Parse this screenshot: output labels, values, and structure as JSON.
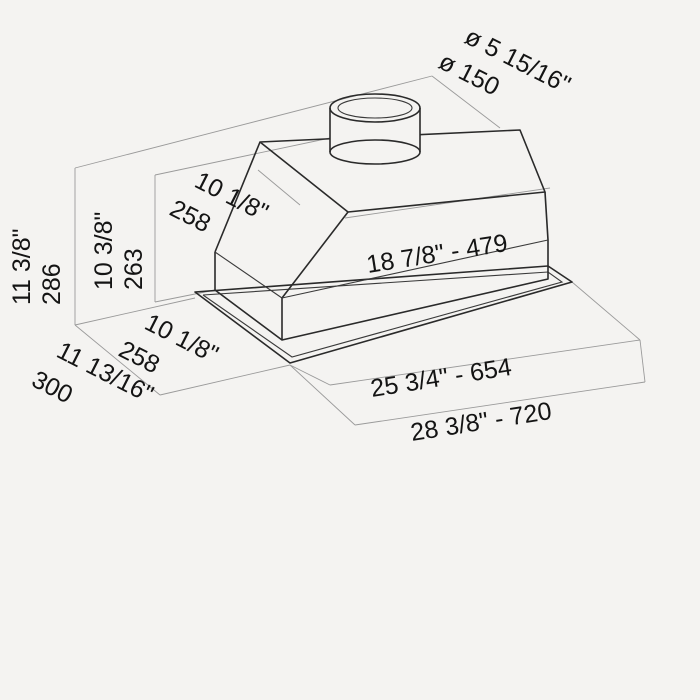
{
  "colors": {
    "background": "#f4f3f1",
    "line": "#2a2a2a",
    "text": "#141414"
  },
  "dimensions": {
    "duct_diameter_in": "ø 5 15/16\"",
    "duct_diameter_mm": "ø 150",
    "total_height_in": "11 3/8\"",
    "total_height_mm": "286",
    "body_height_in": "10 3/8\"",
    "body_height_mm": "263",
    "top_depth_in": "10 1/8\"",
    "top_depth_mm": "258",
    "top_width": "18 7/8\" - 479",
    "bottom_depth_in": "10 1/8\"",
    "bottom_depth_mm": "258",
    "total_depth_in": "11 13/16\"",
    "total_depth_mm": "300",
    "body_width": "25 3/4\" - 654",
    "total_width": "28 3/8\" - 720"
  }
}
